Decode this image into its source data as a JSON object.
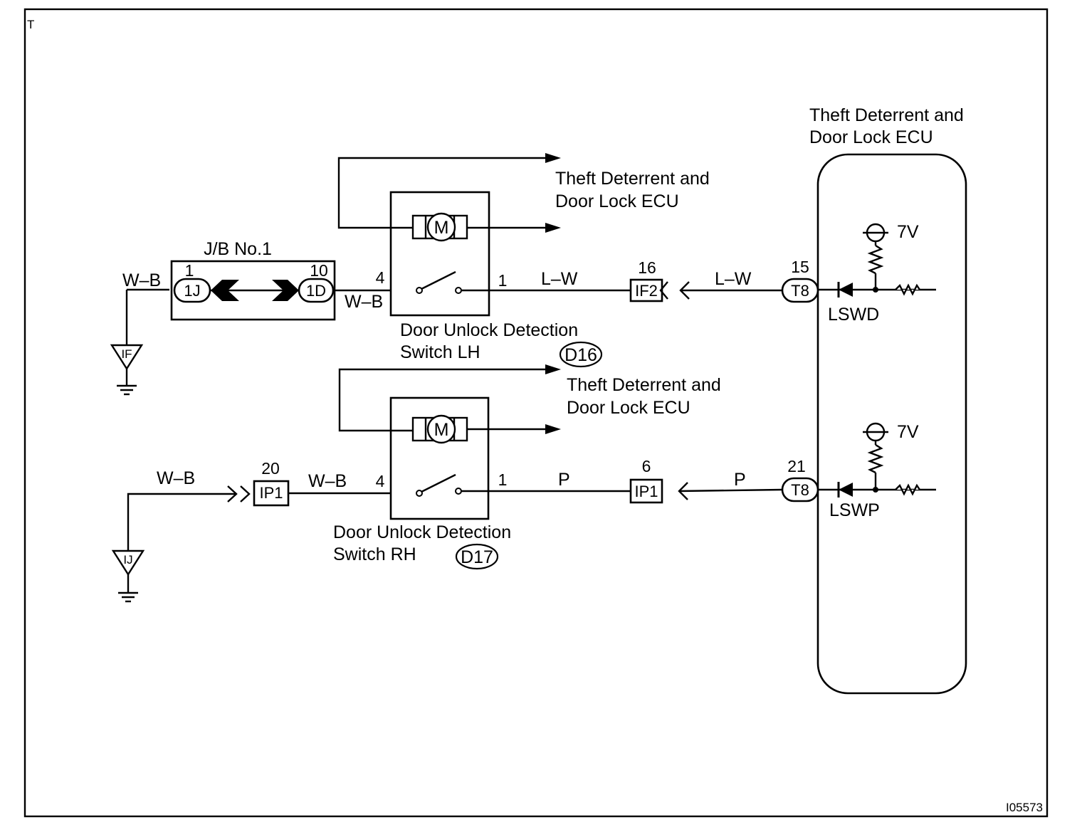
{
  "corner_mark": "T",
  "figure_id": "I05573",
  "ecu": {
    "title_line1": "Theft Deterrent and",
    "title_line2": "Door Lock ECU",
    "voltage_top": "7V",
    "voltage_bottom": "7V",
    "terminal_top": "LSWD",
    "terminal_bottom": "LSWP",
    "connector_top": {
      "pin": "15",
      "name": "T8"
    },
    "connector_bottom": {
      "pin": "21",
      "name": "T8"
    }
  },
  "junction_block": {
    "title": "J/B No.1",
    "left": {
      "pin": "1",
      "name": "1J"
    },
    "right": {
      "pin": "10",
      "name": "1D"
    }
  },
  "switch_lh": {
    "name_line1": "Door Unlock Detection",
    "name_line2": "Switch LH",
    "code": "D16",
    "motor": "M",
    "pin_in": "4",
    "pin_out": "1",
    "dest_line1": "Theft Deterrent and",
    "dest_line2": "Door Lock ECU"
  },
  "switch_rh": {
    "name_line1": "Door Unlock Detection",
    "name_line2": "Switch RH",
    "code": "D17",
    "motor": "M",
    "pin_in": "4",
    "pin_out": "1",
    "dest_line1": "Theft Deterrent and",
    "dest_line2": "Door Lock ECU"
  },
  "wires": {
    "lh_ground": "W–B",
    "lh_jb_out": "W–B",
    "lh_sw_out": "L–W",
    "lh_ecu_in": "L–W",
    "rh_ground": "W–B",
    "rh_ip1_out": "W–B",
    "rh_sw_out": "P",
    "rh_ecu_in": "P"
  },
  "connectors": {
    "lh_mid": {
      "pin": "16",
      "name": "IF2"
    },
    "rh_left": {
      "pin": "20",
      "name": "IP1"
    },
    "rh_mid": {
      "pin": "6",
      "name": "IP1"
    }
  },
  "grounds": {
    "top": "IF",
    "bottom": "IJ"
  }
}
